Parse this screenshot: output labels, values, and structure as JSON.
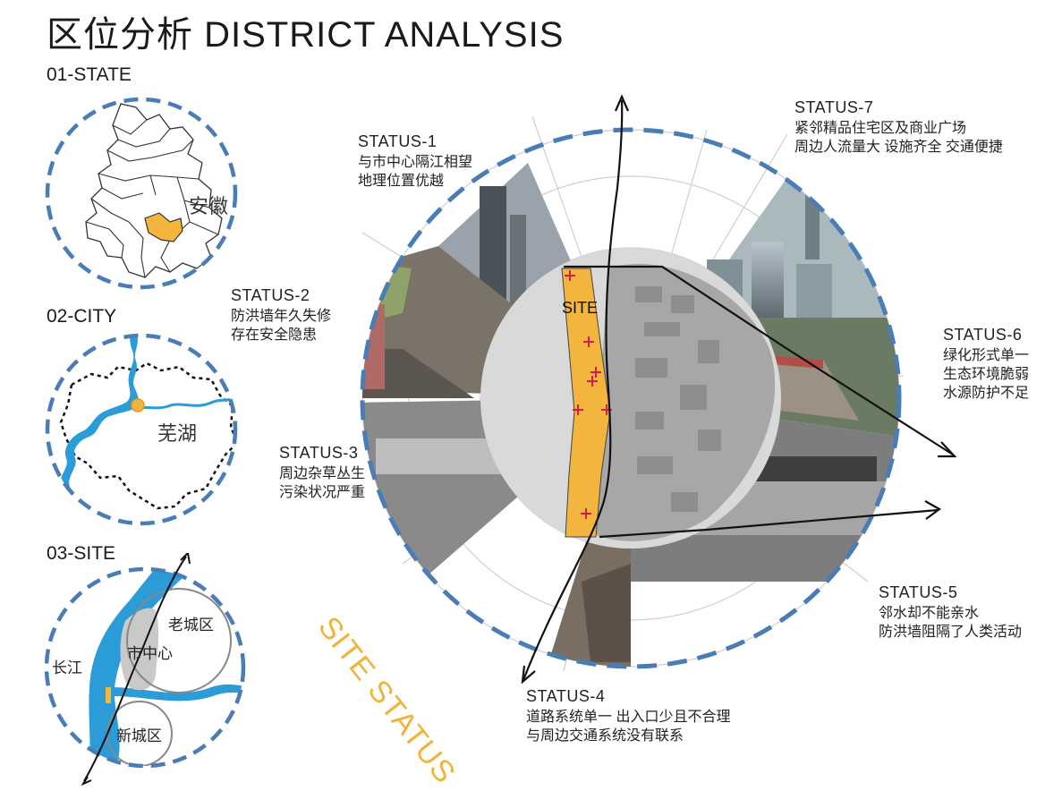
{
  "header": {
    "title": "区位分析   DISTRICT  ANALYSIS"
  },
  "state": {
    "label": "01-STATE",
    "province": "安徽"
  },
  "city": {
    "label": "02-CITY",
    "city_name": "芜湖"
  },
  "site": {
    "label": "03-SITE",
    "old_town": "老城区",
    "downtown": "市中心",
    "river": "长江",
    "new_town": "新城区"
  },
  "main": {
    "site_label": "SITE",
    "site_status": "SITE  STATUS"
  },
  "statuses": [
    {
      "title": "STATUS-1",
      "lines": [
        "与市中心隔江相望",
        "地理位置优越"
      ]
    },
    {
      "title": "STATUS-2",
      "lines": [
        "防洪墙年久失修",
        "存在安全隐患"
      ]
    },
    {
      "title": "STATUS-3",
      "lines": [
        "周边杂草丛生",
        "污染状况严重"
      ]
    },
    {
      "title": "STATUS-4",
      "lines": [
        "道路系统单一  出入口少且不合理",
        "与周边交通系统没有联系"
      ]
    },
    {
      "title": "STATUS-5",
      "lines": [
        "邻水却不能亲水",
        "防洪墙阻隔了人类活动"
      ]
    },
    {
      "title": "STATUS-6",
      "lines": [
        "绿化形式单一",
        "生态环境脆弱",
        "水源防护不足"
      ]
    },
    {
      "title": "STATUS-7",
      "lines": [
        "紧邻精品住宅区及商业广场",
        "周边人流量大  设施齐全  交通便捷"
      ]
    }
  ],
  "colors": {
    "dash_blue": "#4a7db5",
    "highlight": "#f3b53d",
    "river_blue": "#2b9cd8",
    "marker_red": "#d21f4a"
  }
}
